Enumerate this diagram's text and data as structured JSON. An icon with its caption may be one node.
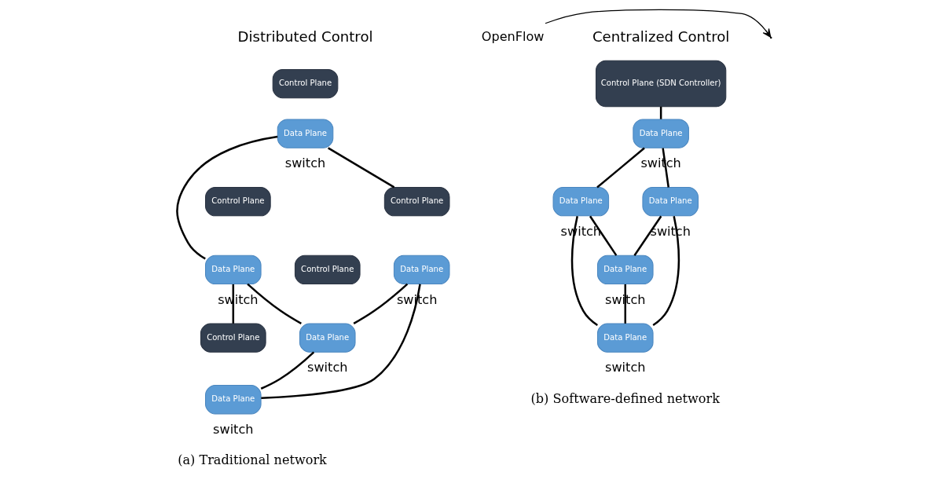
{
  "diagram": {
    "nodes": [
      {
        "text": [
          "Control Plane"
        ]
      },
      {
        "text": [
          "Data Plane"
        ],
        "beside": [
          "switch"
        ]
      },
      {
        "text": [
          "Control Plane"
        ]
      },
      {
        "text": [
          "Data Plane"
        ],
        "beside": [
          "switch"
        ]
      },
      {
        "text": [
          "Control Plane"
        ]
      },
      {
        "text": [
          "Data Plane"
        ],
        "beside": [
          "switch"
        ]
      },
      {
        "text": [
          "Control Plane"
        ]
      },
      {
        "text": [
          "Data Plane"
        ],
        "beside": [
          "switch"
        ]
      },
      {
        "text": [
          "Control Plane"
        ]
      },
      {
        "text": [
          "Data Plane"
        ],
        "beside": [
          "switch"
        ]
      },
      {
        "text": [
          "Control Plane (SDN Controller)"
        ]
      },
      {
        "text": [
          "Data Plane"
        ],
        "beside": [
          "switch"
        ]
      },
      {
        "text": [
          "Data Plane"
        ],
        "beside": [
          "switch"
        ]
      },
      {
        "text": [
          "Data Plane"
        ],
        "beside": [
          "switch"
        ]
      },
      {
        "text": [
          "Data Plane"
        ],
        "beside": [
          "switch"
        ]
      },
      {
        "text": [
          "Data Plane"
        ],
        "beside": [
          "switch"
        ]
      },
      {
        "text": [
          "OpenFlow"
        ]
      }
    ],
    "edges": [
      {
        "from": 1,
        "to": 3,
        "arrow": "none"
      },
      {
        "from": 1,
        "to": 4,
        "arrow": "none"
      },
      {
        "from": 3,
        "to": 7,
        "arrow": "none"
      },
      {
        "from": 3,
        "to": 8,
        "arrow": "none"
      },
      {
        "from": 5,
        "to": 7,
        "arrow": "none"
      },
      {
        "from": 5,
        "to": 9,
        "arrow": "none"
      },
      {
        "from": 7,
        "to": 9,
        "arrow": "none"
      },
      {
        "from": 10,
        "to": 11,
        "arrow": "none"
      },
      {
        "from": 11,
        "to": 12,
        "arrow": "none"
      },
      {
        "from": 11,
        "to": 13,
        "arrow": "none"
      },
      {
        "from": 12,
        "to": 14,
        "arrow": "none"
      },
      {
        "from": 12,
        "to": 15,
        "arrow": "none"
      },
      {
        "from": 13,
        "to": 14,
        "arrow": "none"
      },
      {
        "from": 13,
        "to": 15,
        "arrow": "none"
      },
      {
        "from": 14,
        "to": 15,
        "arrow": "none"
      },
      {
        "from": 16,
        "to": null,
        "arrow": "to"
      }
    ],
    "labels": [
      "Distributed Control",
      "Centralized Control",
      "(a) Traditional network",
      "(b) Software-defined network"
    ]
  }
}
